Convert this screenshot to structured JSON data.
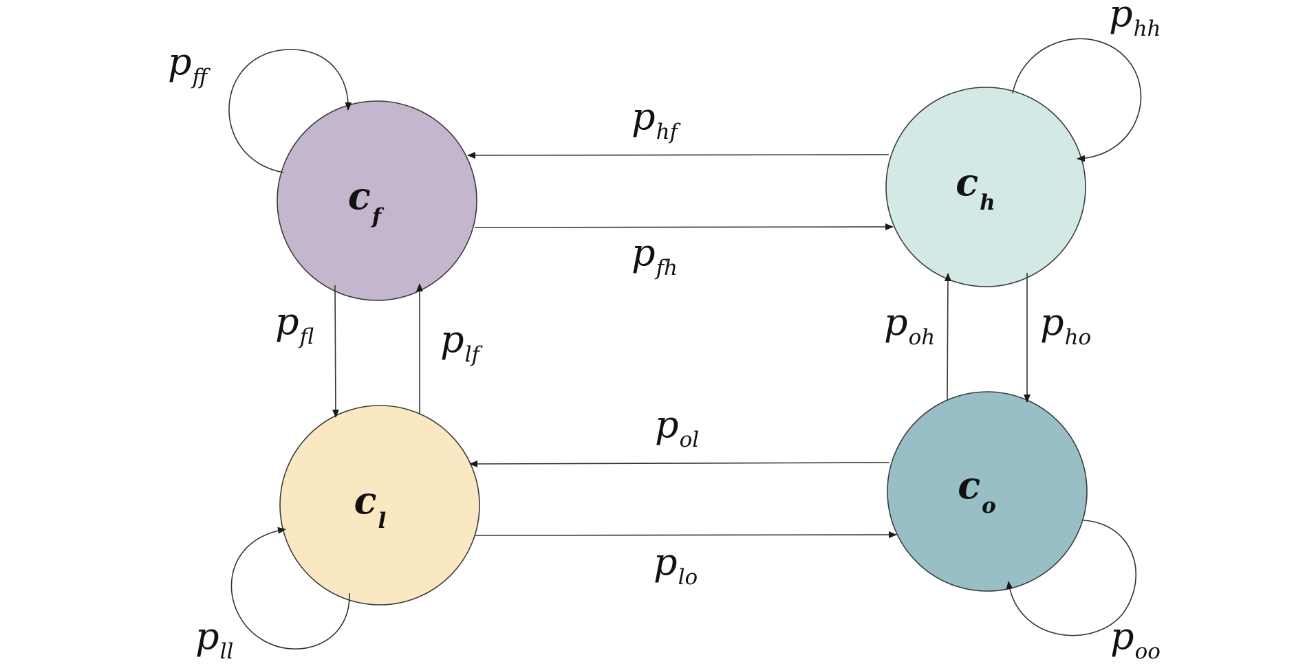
{
  "nodes": [
    {
      "id": "f",
      "main": "c",
      "sub": "f",
      "color": "#c4b6cc"
    },
    {
      "id": "h",
      "main": "c",
      "sub": "h",
      "color": "#d3e9e6"
    },
    {
      "id": "l",
      "main": "c",
      "sub": "l",
      "color": "#fae8c3"
    },
    {
      "id": "o",
      "main": "c",
      "sub": "o",
      "color": "#97bfc5"
    }
  ],
  "edges": [
    {
      "from": "f",
      "to": "f",
      "main": "p",
      "sub": "ff"
    },
    {
      "from": "h",
      "to": "h",
      "main": "p",
      "sub": "hh"
    },
    {
      "from": "l",
      "to": "l",
      "main": "p",
      "sub": "ll"
    },
    {
      "from": "o",
      "to": "o",
      "main": "p",
      "sub": "oo"
    },
    {
      "from": "h",
      "to": "f",
      "main": "p",
      "sub": "hf"
    },
    {
      "from": "f",
      "to": "h",
      "main": "p",
      "sub": "fh"
    },
    {
      "from": "f",
      "to": "l",
      "main": "p",
      "sub": "fl"
    },
    {
      "from": "l",
      "to": "f",
      "main": "p",
      "sub": "lf"
    },
    {
      "from": "o",
      "to": "h",
      "main": "p",
      "sub": "oh"
    },
    {
      "from": "h",
      "to": "o",
      "main": "p",
      "sub": "ho"
    },
    {
      "from": "o",
      "to": "l",
      "main": "p",
      "sub": "ol"
    },
    {
      "from": "l",
      "to": "o",
      "main": "p",
      "sub": "lo"
    }
  ]
}
